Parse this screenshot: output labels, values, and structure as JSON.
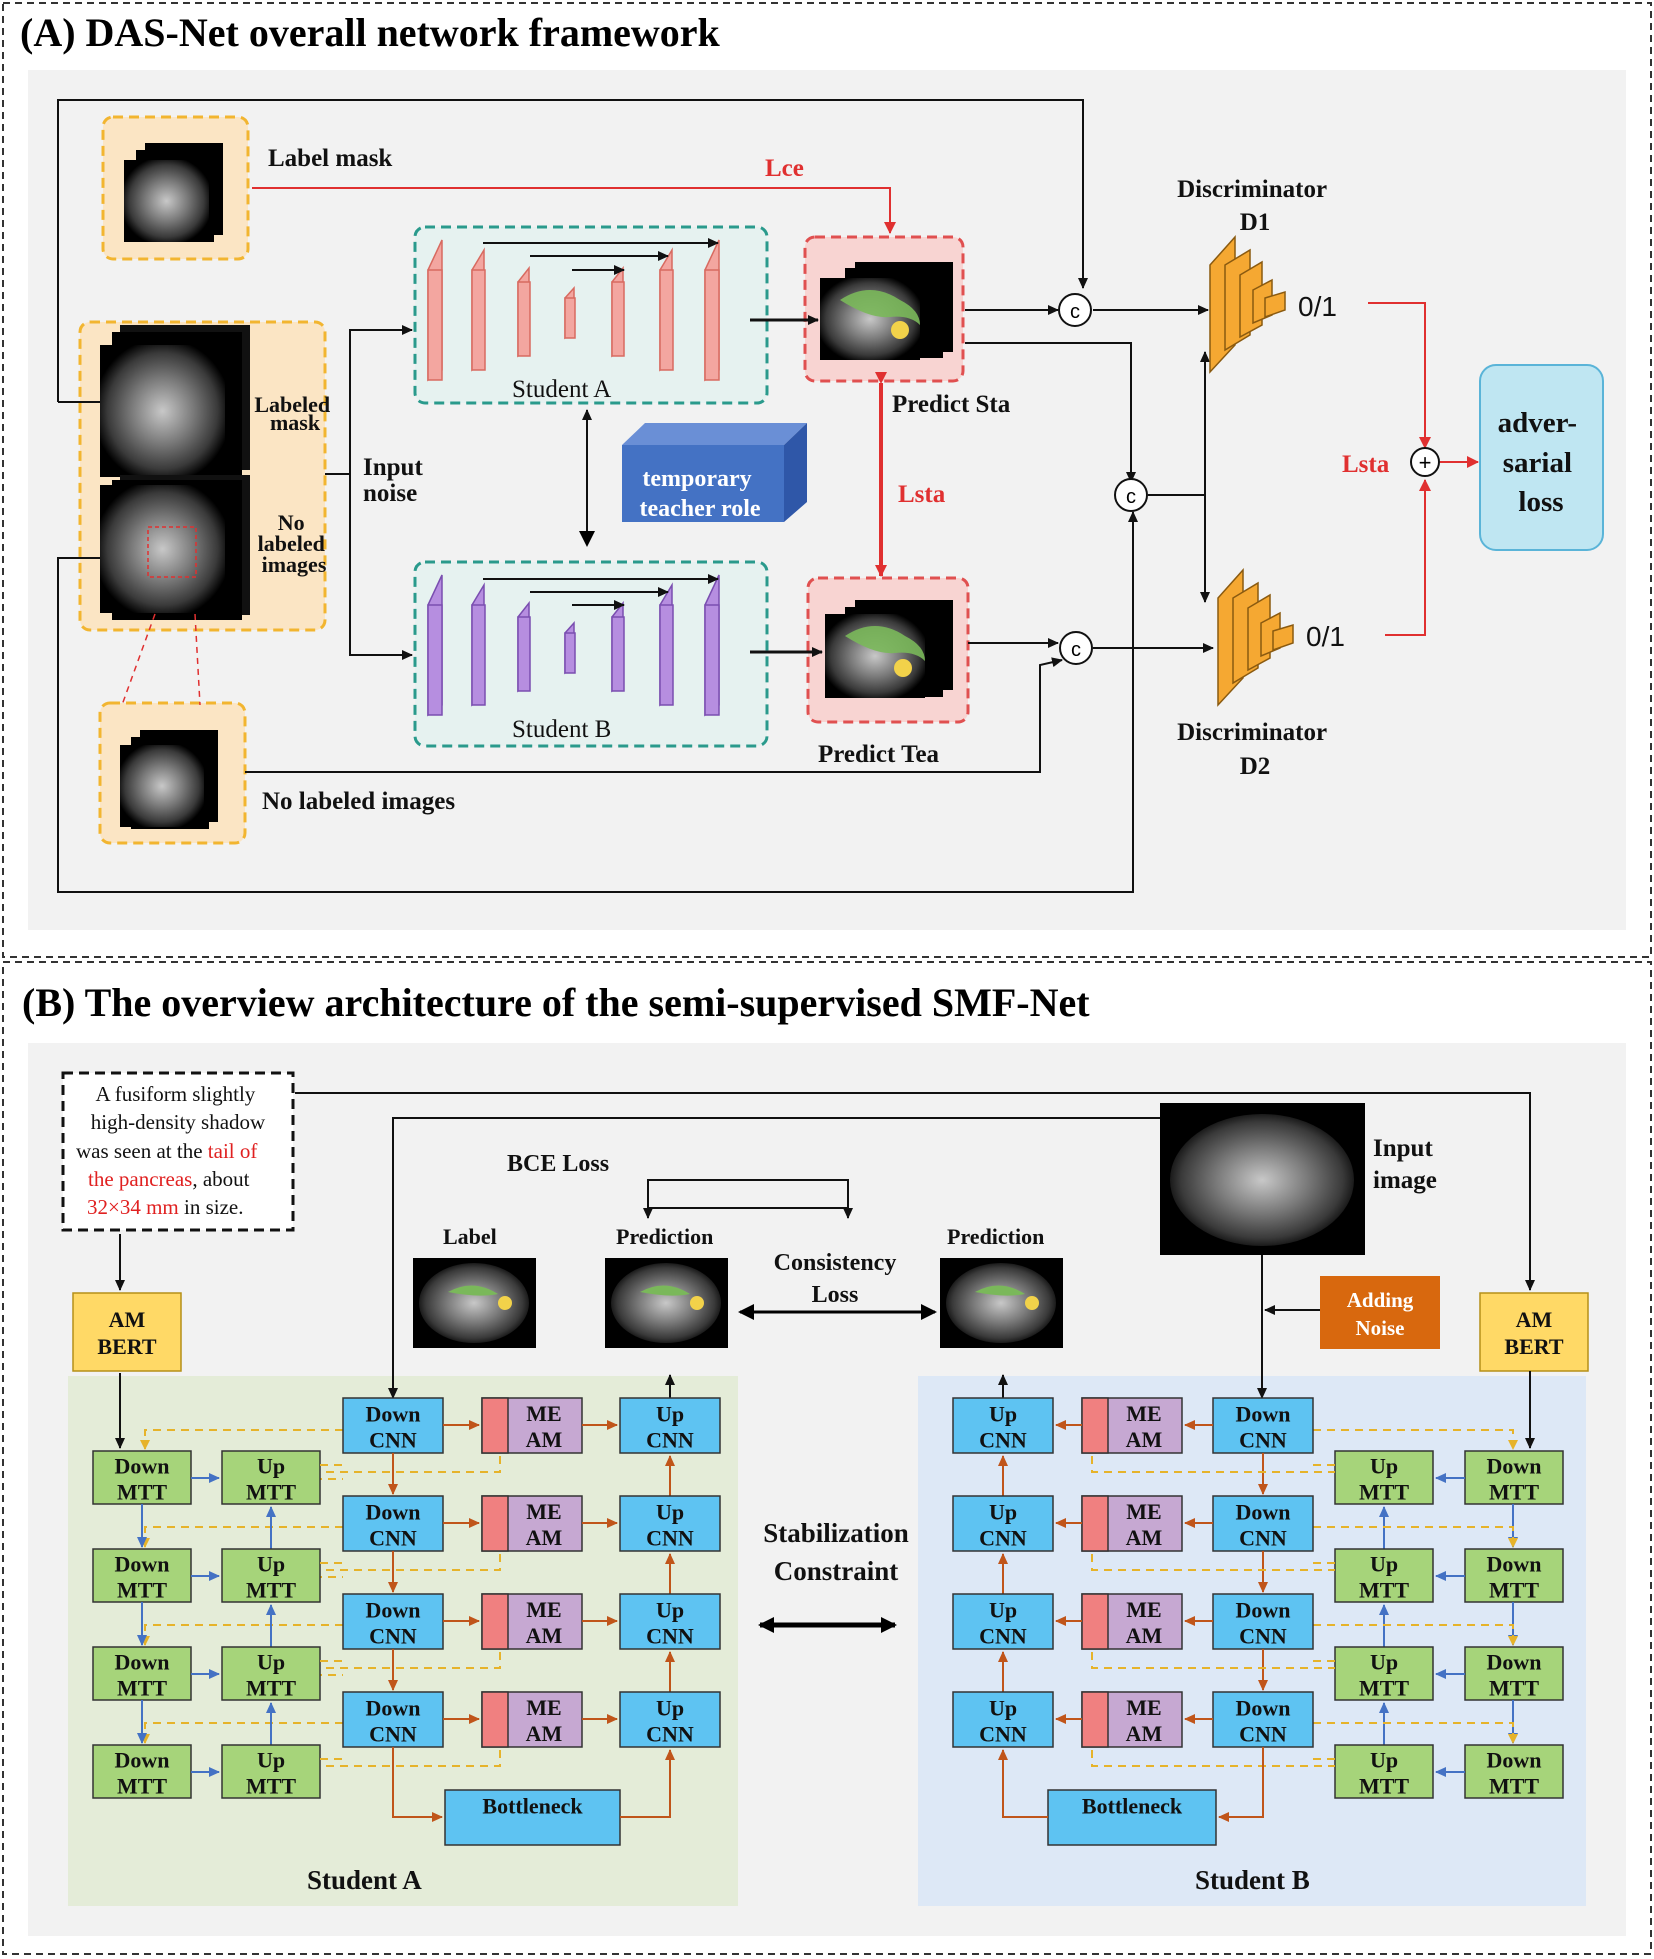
{
  "panel_a": {
    "title": "(A) DAS-Net overall network framework",
    "label_mask": "Label mask",
    "labeled_mask": [
      "Labeled",
      "mask"
    ],
    "no_labeled_images_stack": [
      "No",
      "labeled",
      "images"
    ],
    "input_noise": [
      "Input",
      "noise"
    ],
    "no_labeled_images": "No labeled images",
    "student_a": "Student A",
    "student_b": "Student B",
    "temporary_teacher": [
      "temporary",
      "teacher role"
    ],
    "predict_sta": "Predict Sta",
    "predict_tea": "Predict Tea",
    "lce": "Lce",
    "lsta_vertical": "Lsta",
    "lsta_side": "Lsta",
    "disc1": [
      "Discriminator",
      "D1"
    ],
    "disc2": [
      "Discriminator",
      "D2"
    ],
    "out1": "0/1",
    "out2": "0/1",
    "concat": "c",
    "plus": "+",
    "adversarial": [
      "adver-",
      "sarial",
      "loss"
    ]
  },
  "panel_b": {
    "title": "(B) The overview architecture of the semi-supervised SMF-Net",
    "text_note": {
      "l1": "A fusiform slightly",
      "l2": "high-density shadow",
      "l3a": "was seen at the ",
      "l3b": "tail of",
      "l4": "the pancreas",
      "l4b": ", about",
      "l5a": "32×34 mm",
      "l5b": " in size."
    },
    "am_bert": [
      "AM",
      "BERT"
    ],
    "bce_loss": "BCE  Loss",
    "label": "Label",
    "prediction": "Prediction",
    "consistency": [
      "Consistency",
      "Loss"
    ],
    "input_image": [
      "Input",
      "image"
    ],
    "adding_noise": [
      "Adding",
      "Noise"
    ],
    "down_mtt": [
      "Down",
      "MTT"
    ],
    "up_mtt": [
      "Up",
      "MTT"
    ],
    "down_cnn": [
      "Down",
      "CNN"
    ],
    "up_cnn": [
      "Up",
      "CNN"
    ],
    "me_am": [
      "ME",
      "AM"
    ],
    "bottleneck": "Bottleneck",
    "student_a": "Student A",
    "student_b": "Student B",
    "stabilization": [
      "Stabilization",
      "Constraint"
    ]
  },
  "colors": {
    "red_arrow": "#e03030",
    "green_box": "#a6d47a",
    "blue_box": "#5ec3f2",
    "purple_box": "#c6a8d2",
    "yellow_box": "#ffd966",
    "orange_box": "#d8680e",
    "teacher_cube": "#4472c4",
    "adversarial_box": "#bfe6f2"
  }
}
